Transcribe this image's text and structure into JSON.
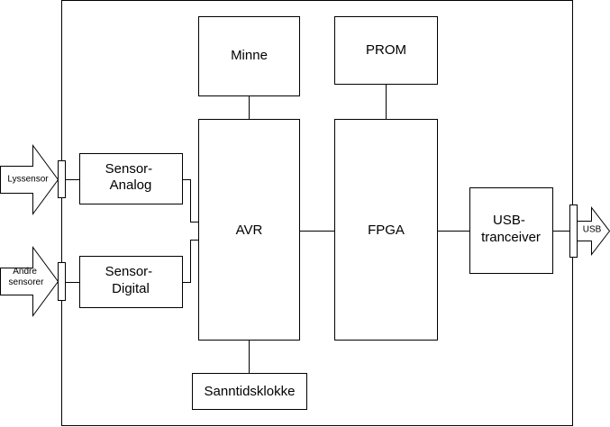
{
  "blocks": {
    "minne": "Minne",
    "prom": "PROM",
    "avr": "AVR",
    "fpga": "FPGA",
    "sanntidsklokke": "Sanntidsklokke",
    "sensor_analog": [
      "Sensor-",
      "Analog"
    ],
    "sensor_digital": [
      "Sensor-",
      "Digital"
    ],
    "usb_tranceiver": [
      "USB-",
      "tranceiver"
    ]
  },
  "external": {
    "lyssensor": "Lyssensor",
    "andre_sensorer": [
      "Andre",
      "sensorer"
    ],
    "usb": "USB"
  }
}
